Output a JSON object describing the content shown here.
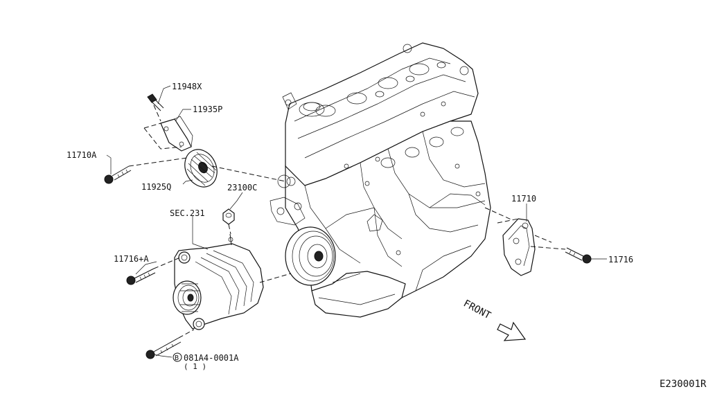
{
  "diagram": {
    "drawing_code": "E230001R",
    "front_label": "FRONT",
    "part_labels": {
      "p11948X": "11948X",
      "p11935P": "11935P",
      "p11710A": "11710A",
      "p11925Q": "11925Q",
      "p23100C": "23100C",
      "sec231": "SEC.231",
      "p11716A": "11716+A",
      "p081A4": "081A4-0001A",
      "qty": "( 1 )",
      "p11710": "11710",
      "p11716": "11716"
    },
    "bolt_marker": "B"
  }
}
